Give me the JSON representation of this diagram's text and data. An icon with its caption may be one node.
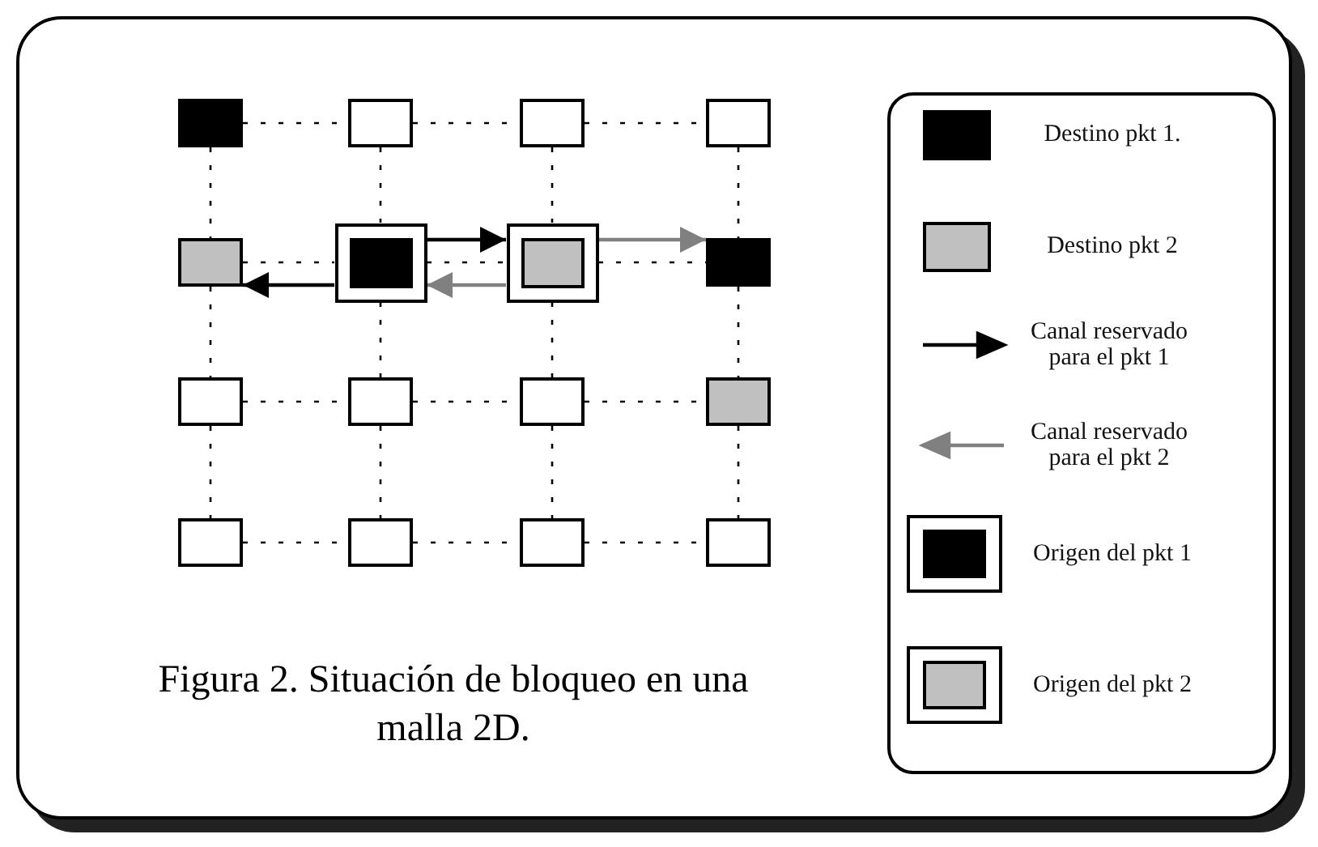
{
  "diagram": {
    "caption": "Figura 2. Situación de bloqueo en una malla 2D.",
    "nodes": [
      {
        "text": [],
        "shape": "box"
      },
      {
        "text": [],
        "shape": "box"
      },
      {
        "text": [],
        "shape": "box"
      },
      {
        "text": [],
        "shape": "box"
      },
      {
        "text": [],
        "shape": "box"
      },
      {
        "text": [],
        "shape": "box"
      },
      {
        "text": [],
        "shape": "box"
      },
      {
        "text": [],
        "shape": "box"
      },
      {
        "text": [],
        "shape": "box"
      },
      {
        "text": [],
        "shape": "box"
      },
      {
        "text": [],
        "shape": "box"
      },
      {
        "text": [],
        "shape": "box"
      },
      {
        "text": [],
        "shape": "box"
      },
      {
        "text": [],
        "shape": "box"
      },
      {
        "text": [],
        "shape": "box"
      },
      {
        "text": [],
        "shape": "box"
      }
    ],
    "edges": [
      {
        "from": 0,
        "to": 1,
        "arrow": "none",
        "style": "dashed"
      },
      {
        "from": 1,
        "to": 2,
        "arrow": "none",
        "style": "dashed"
      },
      {
        "from": 2,
        "to": 3,
        "arrow": "none",
        "style": "dashed"
      },
      {
        "from": 4,
        "to": 5,
        "arrow": "none",
        "style": "dashed"
      },
      {
        "from": 5,
        "to": 6,
        "arrow": "none",
        "style": "dashed"
      },
      {
        "from": 6,
        "to": 7,
        "arrow": "none",
        "style": "dashed"
      },
      {
        "from": 8,
        "to": 9,
        "arrow": "none",
        "style": "dashed"
      },
      {
        "from": 9,
        "to": 10,
        "arrow": "none",
        "style": "dashed"
      },
      {
        "from": 10,
        "to": 11,
        "arrow": "none",
        "style": "dashed"
      },
      {
        "from": 12,
        "to": 13,
        "arrow": "none",
        "style": "dashed"
      },
      {
        "from": 13,
        "to": 14,
        "arrow": "none",
        "style": "dashed"
      },
      {
        "from": 14,
        "to": 15,
        "arrow": "none",
        "style": "dashed"
      },
      {
        "from": 0,
        "to": 4,
        "arrow": "none",
        "style": "dashed"
      },
      {
        "from": 4,
        "to": 8,
        "arrow": "none",
        "style": "dashed"
      },
      {
        "from": 8,
        "to": 12,
        "arrow": "none",
        "style": "dashed"
      },
      {
        "from": 1,
        "to": 5,
        "arrow": "none",
        "style": "dashed"
      },
      {
        "from": 5,
        "to": 9,
        "arrow": "none",
        "style": "dashed"
      },
      {
        "from": 9,
        "to": 13,
        "arrow": "none",
        "style": "dashed"
      },
      {
        "from": 2,
        "to": 6,
        "arrow": "none",
        "style": "dashed"
      },
      {
        "from": 6,
        "to": 10,
        "arrow": "none",
        "style": "dashed"
      },
      {
        "from": 10,
        "to": 14,
        "arrow": "none",
        "style": "dashed"
      },
      {
        "from": 3,
        "to": 7,
        "arrow": "none",
        "style": "dashed"
      },
      {
        "from": 7,
        "to": 11,
        "arrow": "none",
        "style": "dashed"
      },
      {
        "from": 11,
        "to": 15,
        "arrow": "none",
        "style": "dashed"
      },
      {
        "from": 5,
        "to": 6,
        "arrow": "to"
      },
      {
        "from": 5,
        "to": 4,
        "arrow": "to"
      },
      {
        "from": 6,
        "to": 5,
        "arrow": "to",
        "color": "#808080"
      },
      {
        "from": 6,
        "to": 7,
        "arrow": "to",
        "color": "#808080"
      }
    ],
    "legend": [
      {
        "text": "Destino pkt 1.",
        "color": "#000000"
      },
      {
        "text": "Destino pkt 2",
        "color": "#c0c0c0"
      },
      {
        "text": "Canal reservado para el pkt 1"
      },
      {
        "text": "Canal reservado para el pkt 2"
      },
      {
        "text": "Origen del pkt 1"
      },
      {
        "text": "Origen del pkt 2"
      }
    ]
  }
}
